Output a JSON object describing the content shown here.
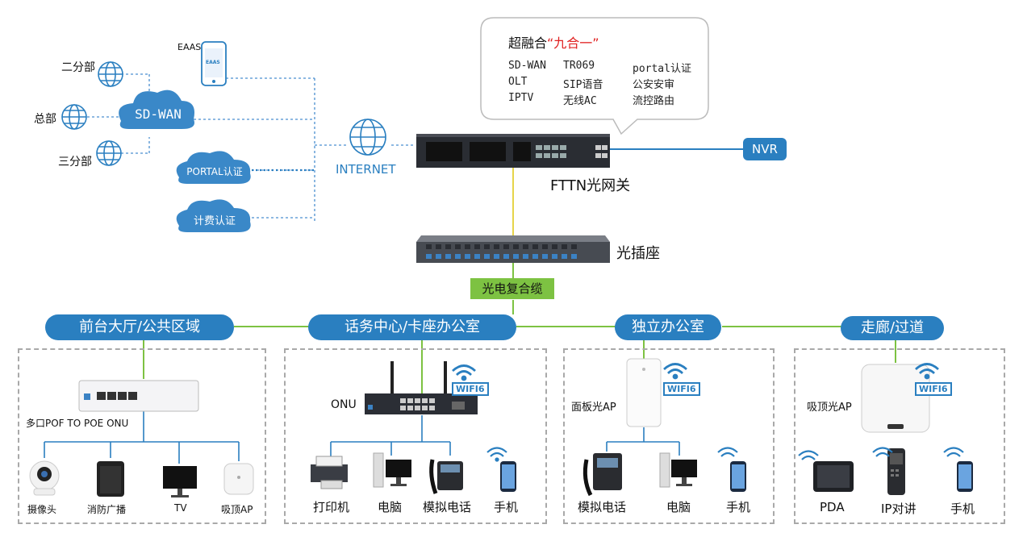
{
  "colors": {
    "accent_blue": "#2a7fc0",
    "line_green": "#7dc242",
    "line_yellow": "#e6d44a",
    "label_red": "#e02020",
    "cable_label_bg": "#7dc242"
  },
  "bubble": {
    "title_a": "超融合",
    "title_b": "“九合一”",
    "rows": [
      [
        "SD-WAN",
        "TR069",
        "portal认证"
      ],
      [
        "OLT",
        "SIP语音",
        "公安安审"
      ],
      [
        "IPTV",
        "无线AC",
        "流控路由"
      ]
    ]
  },
  "left": {
    "eaas_label": "EAAS",
    "eaas_phone_text": "EAAS",
    "branch2": "二分部",
    "hq": "总部",
    "branch3": "三分部",
    "sdwan": "SD-WAN",
    "portal": "PORTAL认证",
    "billing": "计费认证",
    "internet": "INTERNET"
  },
  "core": {
    "gateway": "FTTN光网关",
    "nvr": "NVR",
    "socket": "光插座",
    "cable": "光电复合缆"
  },
  "zones": [
    {
      "title": "前台大厅/公共区域",
      "device": "多口POF TO POE ONU",
      "items": [
        "摄像头",
        "消防广播",
        "TV",
        "吸顶AP"
      ]
    },
    {
      "title": "话务中心/卡座办公室",
      "device": "ONU",
      "wifi": "WIFI6",
      "items": [
        "打印机",
        "电脑",
        "模拟电话",
        "手机"
      ]
    },
    {
      "title": "独立办公室",
      "device": "面板光AP",
      "wifi": "WIFI6",
      "items": [
        "模拟电话",
        "电脑",
        "手机"
      ]
    },
    {
      "title": "走廊/过道",
      "device": "吸顶光AP",
      "wifi": "WIFI6",
      "items": [
        "PDA",
        "IP对讲",
        "手机"
      ]
    }
  ]
}
